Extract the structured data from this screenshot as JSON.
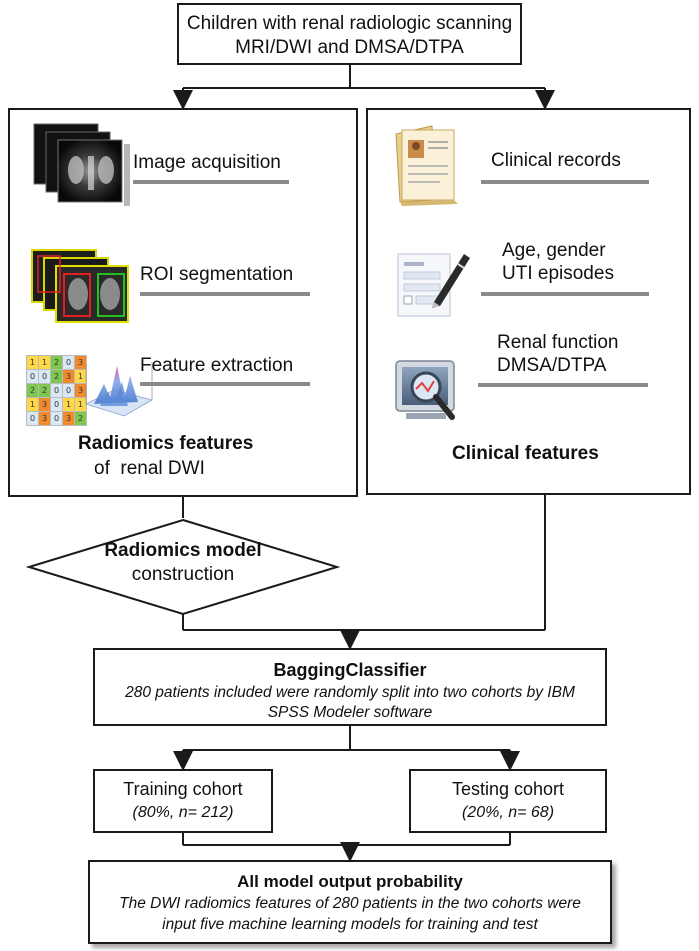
{
  "top": {
    "line1": "Children with renal radiologic scanning",
    "line2": "MRI/DWI and DMSA/DTPA"
  },
  "left_panel": {
    "steps": [
      "Image acquisition",
      "ROI segmentation",
      "Feature extraction"
    ],
    "title": "Radiomics features",
    "subtitle": "of  renal DWI",
    "grid_values": [
      [
        "1",
        "1",
        "2",
        "0",
        "3"
      ],
      [
        "0",
        "0",
        "2",
        "3",
        "1"
      ],
      [
        "2",
        "2",
        "0",
        "0",
        "3"
      ],
      [
        "1",
        "3",
        "0",
        "1",
        "1"
      ],
      [
        "0",
        "3",
        "0",
        "3",
        "2"
      ]
    ]
  },
  "right_panel": {
    "step1": "Clinical records",
    "step2_line1": "Age, gender",
    "step2_line2": "UTI episodes",
    "step3_line1": "Renal function",
    "step3_line2": "DMSA/DTPA",
    "title": "Clinical features"
  },
  "diamond": {
    "line1": "Radiomics model",
    "line2": "construction"
  },
  "bagging": {
    "title": "BaggingClassifier",
    "line1": "280 patients included were randomly split into two cohorts by IBM",
    "line2": "SPSS Modeler software"
  },
  "training": {
    "title": "Training cohort",
    "detail": "(80%, n= 212)"
  },
  "testing": {
    "title": "Testing cohort",
    "detail": "(20%, n= 68)"
  },
  "output": {
    "title": "All model output probability",
    "line1": "The DWI radiomics features of 280 patients in the two cohorts were",
    "line2": "input five machine learning models for training and test"
  },
  "colors": {
    "line": "#1a1a1a",
    "underline": "#8a8a8a",
    "dotted_arrow": "#8f8f8f"
  }
}
